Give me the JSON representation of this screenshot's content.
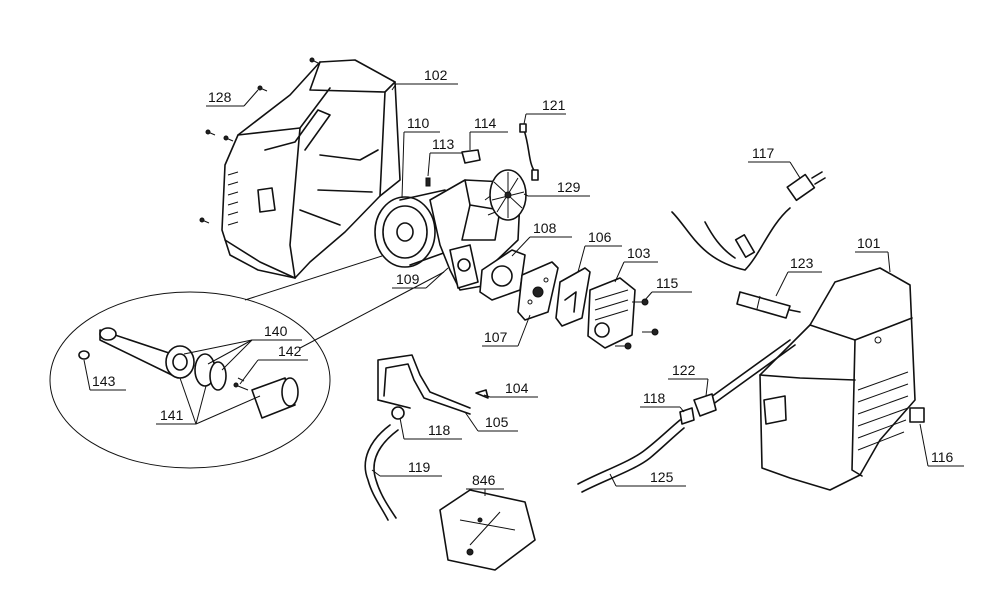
{
  "callouts": {
    "c101": "101",
    "c102": "102",
    "c103": "103",
    "c104": "104",
    "c105": "105",
    "c106": "106",
    "c107": "107",
    "c108": "108",
    "c109": "109",
    "c110": "110",
    "c113": "113",
    "c114": "114",
    "c115": "115",
    "c116": "116",
    "c117": "117",
    "c118a": "118",
    "c118b": "118",
    "c119": "119",
    "c121": "121",
    "c122": "122",
    "c123": "123",
    "c125": "125",
    "c128": "128",
    "c129": "129",
    "c140": "140",
    "c141": "141",
    "c142": "142",
    "c143": "143",
    "c846": "846"
  }
}
